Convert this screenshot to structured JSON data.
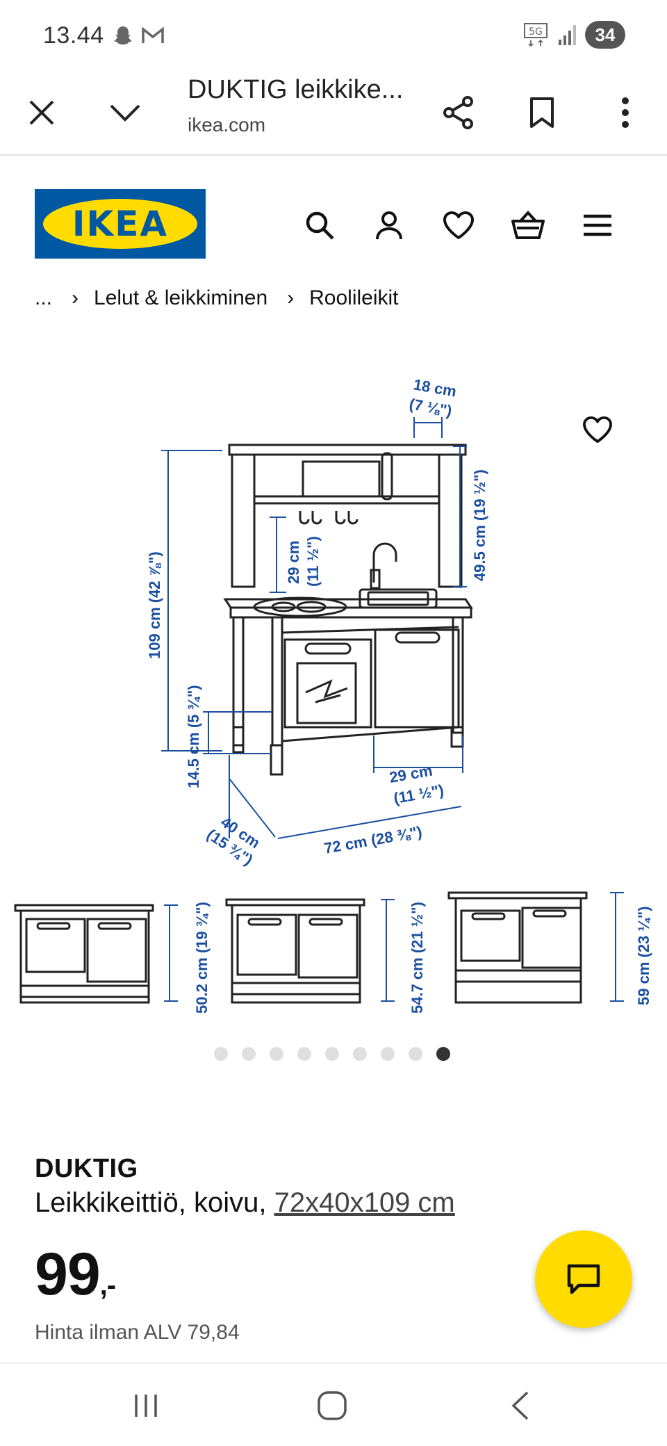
{
  "status_bar": {
    "time": "13.44",
    "network": "5G",
    "battery": "34"
  },
  "browser": {
    "title": "DUKTIG leikkike...",
    "domain": "ikea.com"
  },
  "ikea": {
    "logo_text": "IKEA",
    "colors": {
      "blue": "#0058a3",
      "yellow": "#ffdb00",
      "dimension_blue": "#1a4fa0"
    }
  },
  "breadcrumb": {
    "ellipsis": "...",
    "items": [
      "Lelut & leikkiminen",
      "Roolileikit"
    ]
  },
  "diagram": {
    "dims": {
      "top_depth_cm": "18 cm",
      "top_depth_in": "(7 ⅛\")",
      "total_height": "109 cm (42 ⅞\")",
      "shelf_gap_cm": "29 cm",
      "shelf_gap_in": "(11 ½\")",
      "upper_height": "49.5 cm (19 ½\")",
      "feet_height": "14.5 cm (5 ¾\")",
      "door_width_cm": "29 cm",
      "door_width_in": "(11 ½\")",
      "depth_cm": "40 cm",
      "depth_in": "(15 ¾\")",
      "width": "72 cm (28 ⅜\")",
      "height_low": "50.2 cm (19 ¾\")",
      "height_mid": "54.7 cm (21 ½\")",
      "height_high": "59 cm (23 ¼\")"
    }
  },
  "carousel": {
    "count": 9,
    "active_index": 8
  },
  "product": {
    "name": "DUKTIG",
    "description": "Leikkikeittiö, koivu, ",
    "dimensions_link": "72x40x109 cm",
    "price": "99",
    "price_suffix": ",-",
    "vat_text": "Hinta ilman ALV 79,84"
  }
}
